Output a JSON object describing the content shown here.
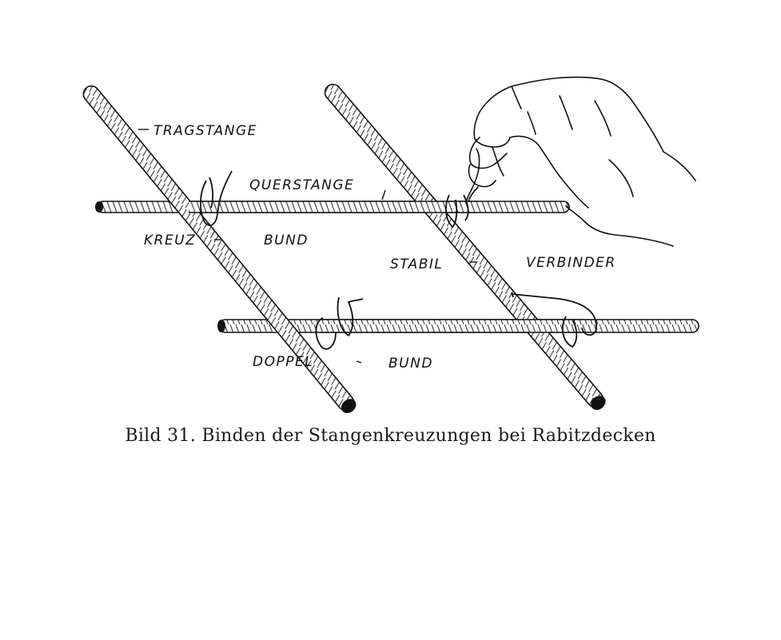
{
  "labels": {
    "tragstange": "TRAGSTANGE",
    "querstange": "QUERSTANGE",
    "kreuz": "KREUZ",
    "bund_1": "BUND",
    "stabil": "STABIL",
    "verbinder": "VERBINDER",
    "doppel": "DOPPEL",
    "bund_2": "BUND"
  },
  "caption": {
    "number": "Bild 31.",
    "text": "Binden der Stangenkreuzungen bei Rabitzdecken"
  },
  "colors": {
    "ink": "#111111",
    "background": "#ffffff"
  }
}
